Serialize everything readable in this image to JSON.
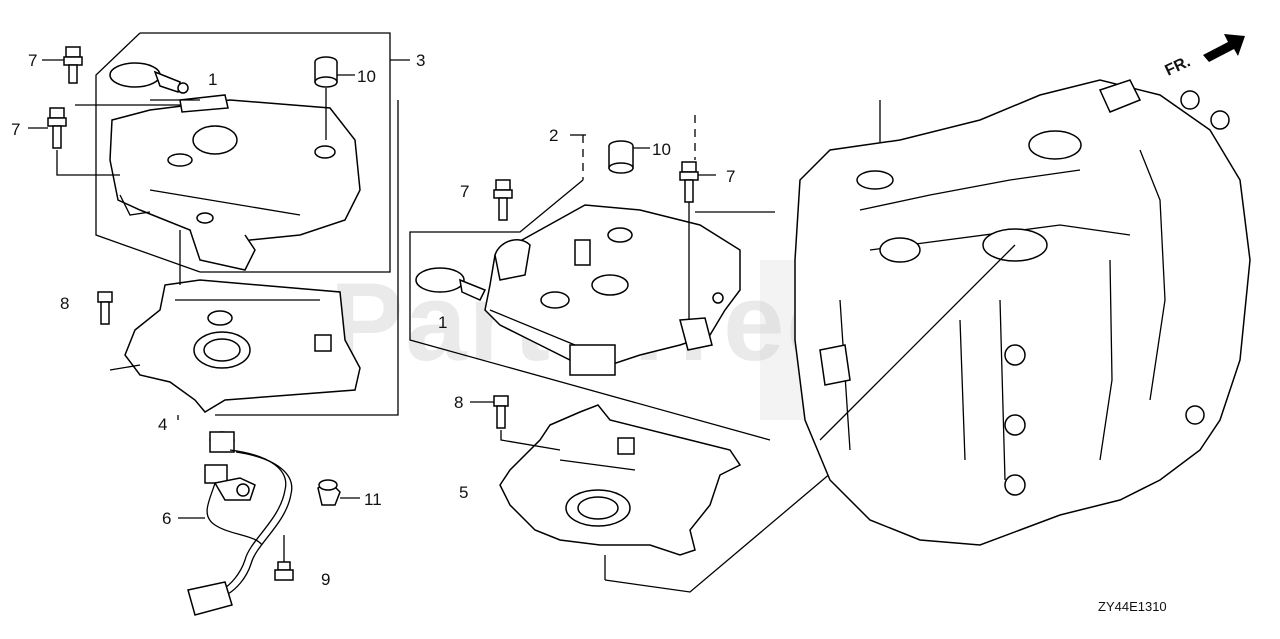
{
  "diagram": {
    "watermark": "PartsTree",
    "direction_label": "FR.",
    "drawing_code": "ZY44E1310",
    "callouts": {
      "c1a": "1",
      "c1b": "1",
      "c2": "2",
      "c3": "3",
      "c4": "4",
      "c5": "5",
      "c6": "6",
      "c7a": "7",
      "c7b": "7",
      "c7c": "7",
      "c7d": "7",
      "c8a": "8",
      "c8b": "8",
      "c9": "9",
      "c10a": "10",
      "c10b": "10",
      "c11": "11"
    }
  }
}
